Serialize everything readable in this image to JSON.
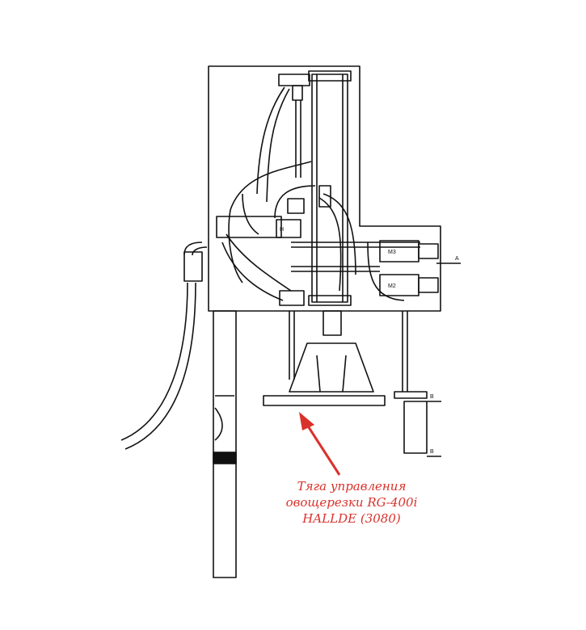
{
  "caption": {
    "line1": "Тяга управления",
    "line2": "овощерезки RG-400i",
    "line3": "HALLDE (3080)"
  },
  "labels": {
    "section_a": "A",
    "section_b_top": "B",
    "section_b_bottom": "B",
    "sensor_h": "H",
    "relay_m3": "M3",
    "relay_m2": "M2"
  },
  "colors": {
    "annotation": "#d9312b",
    "linework": "#111111"
  }
}
